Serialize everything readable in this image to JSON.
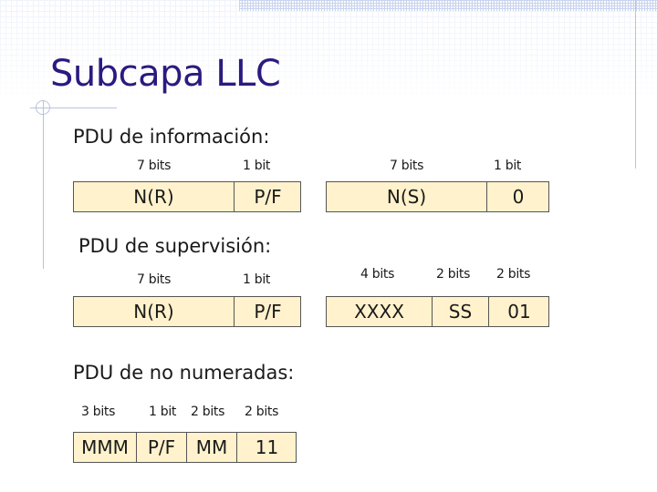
{
  "title": "Subcapa LLC",
  "info": {
    "heading": "PDU de información:",
    "labels": [
      "7 bits",
      "1 bit",
      "7 bits",
      "1 bit"
    ],
    "left_box": [
      "N(R)",
      "P/F"
    ],
    "right_box": [
      "N(S)",
      "0"
    ]
  },
  "supervision": {
    "heading": "PDU de supervisión:",
    "labels": [
      "7 bits",
      "1 bit",
      "4 bits",
      "2 bits",
      "2 bits"
    ],
    "left_box": [
      "N(R)",
      "P/F"
    ],
    "right_box": [
      "XXXX",
      "SS",
      "01"
    ]
  },
  "unnumbered": {
    "heading": "PDU de no numeradas:",
    "labels": [
      "3 bits",
      "1 bit",
      "2 bits",
      "2 bits"
    ],
    "box": [
      "MMM",
      "P/F",
      "MM",
      "11"
    ]
  },
  "colors": {
    "title": "#2b1a80",
    "cell_fill": "#fff2cc",
    "decor_lines": "#b8c3dc"
  }
}
